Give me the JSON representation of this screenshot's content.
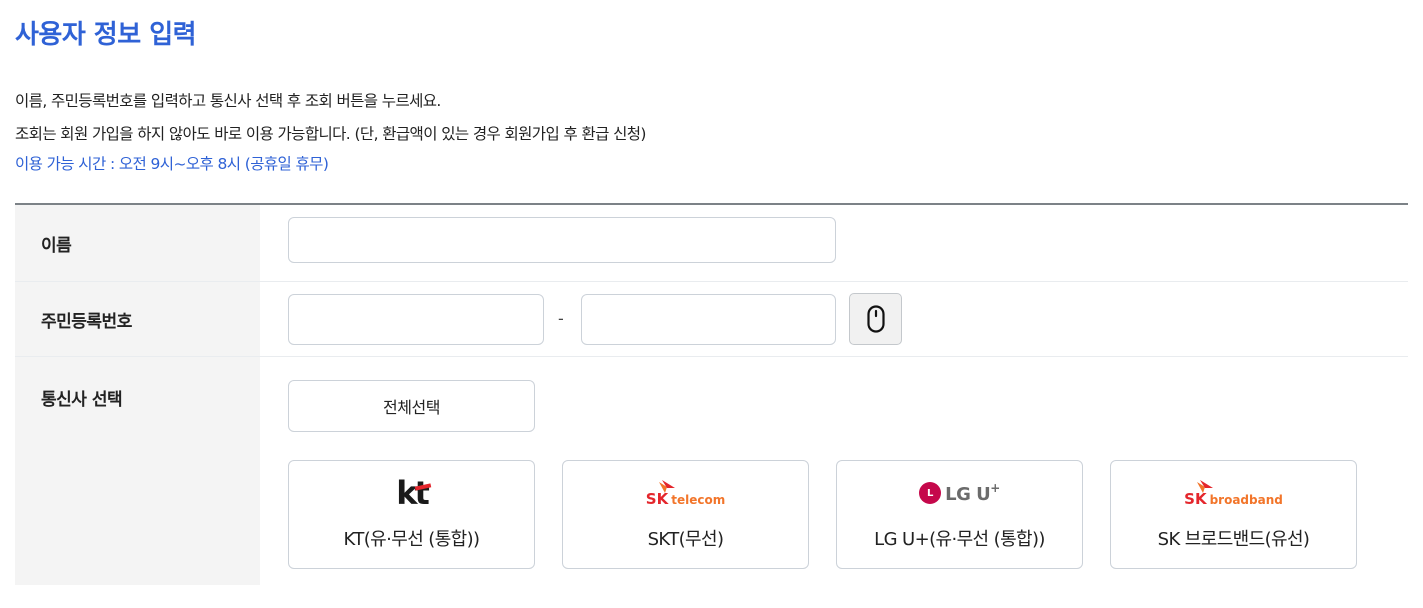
{
  "page": {
    "title": "사용자 정보 입력",
    "instructions": [
      "이름, 주민등록번호를 입력하고 통신사 선택 후 조회 버튼을 누르세요.",
      "조회는 회원 가입을 하지 않아도 바로 이용 가능합니다. (단, 환급액이 있는 경우 회원가입 후 환급 신청)"
    ],
    "hours_notice": "이용 가능 시간 : 오전 9시~오후 8시 (공휴일 휴무)"
  },
  "form": {
    "name": {
      "label": "이름",
      "value": "",
      "placeholder": ""
    },
    "rrn": {
      "label": "주민등록번호",
      "front_value": "",
      "back_value": "",
      "separator": "-",
      "keypad_icon": "mouse-icon"
    },
    "carrier": {
      "label": "통신사 선택",
      "select_all_label": "전체선택",
      "options": [
        {
          "logo": "kt",
          "logo_text": "kt",
          "label": "KT(유·무선 (통합))"
        },
        {
          "logo": "sk-telecom",
          "logo_mark": "SK",
          "logo_text": "telecom",
          "label": "SKT(무선)"
        },
        {
          "logo": "lg-uplus",
          "logo_mark": "LG",
          "logo_text": "LG U",
          "logo_sup": "+",
          "label": "LG U+(유·무선 (통합))"
        },
        {
          "logo": "sk-broadband",
          "logo_mark": "SK",
          "logo_text": "broadband",
          "label": "SK 브로드밴드(유선)"
        }
      ]
    }
  },
  "colors": {
    "accent_blue": "#2f62d6",
    "label_bg": "#f4f4f4",
    "table_top_border": "#7c8287",
    "kt_red": "#e3242b",
    "sk_red": "#e4262c",
    "sk_orange": "#f2752a",
    "lg_magenta": "#c5084b"
  }
}
